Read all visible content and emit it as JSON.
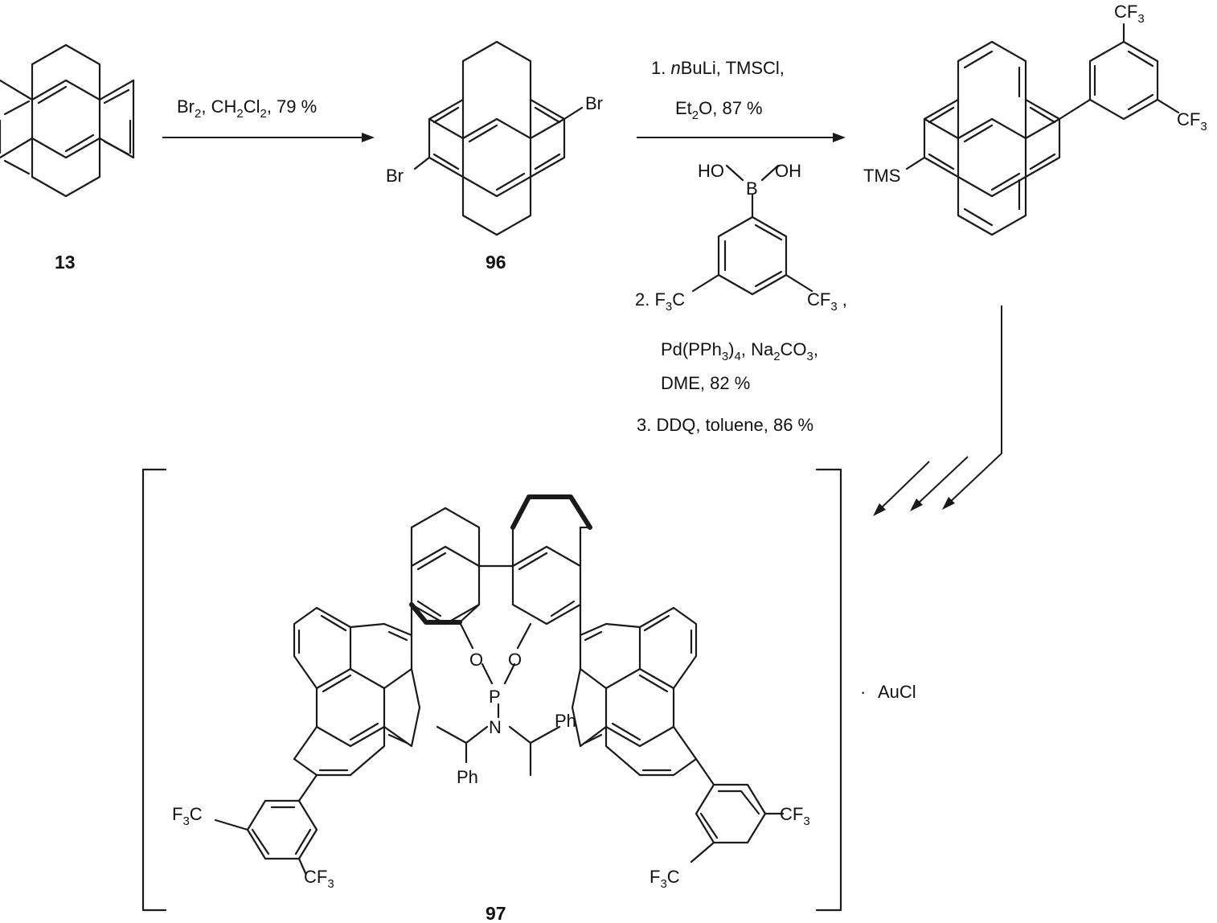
{
  "compounds": {
    "c13": "13",
    "c96": "96",
    "c97": "97"
  },
  "atoms": {
    "br": "Br",
    "tms": "TMS",
    "cf3": "CF",
    "three": "3",
    "f3c_f": "F",
    "f3c_c": "C",
    "ho": "HO",
    "oh": "OH",
    "b": "B",
    "o": "O",
    "p": "P",
    "n": "N",
    "ph": "Ph"
  },
  "step1": {
    "br": "Br",
    "two_a": "2",
    "sep": ", CH",
    "two_b": "2",
    "cl": "Cl",
    "two_c": "2",
    "yield": ", 79 %"
  },
  "step2": {
    "line1_num": "1. ",
    "line1_n": "n",
    "line1_rest": "BuLi, TMSCl,",
    "line2_et": "Et",
    "line2_sub": "2",
    "line2_rest": "O, 87 %",
    "line3_num": "2. ",
    "line3_comma": " ,",
    "line4_a": "Pd(PPh",
    "line4_sub1": "3",
    "line4_b": ")",
    "line4_sub2": "4",
    "line4_c": ", Na",
    "line4_sub3": "2",
    "line4_d": "CO",
    "line4_sub4": "3",
    "line4_e": ",",
    "line5": "DME, 82 %",
    "line6": "3. DDQ, toluene, 86 %"
  },
  "complex": {
    "dot": "·",
    "salt": "AuCl"
  }
}
